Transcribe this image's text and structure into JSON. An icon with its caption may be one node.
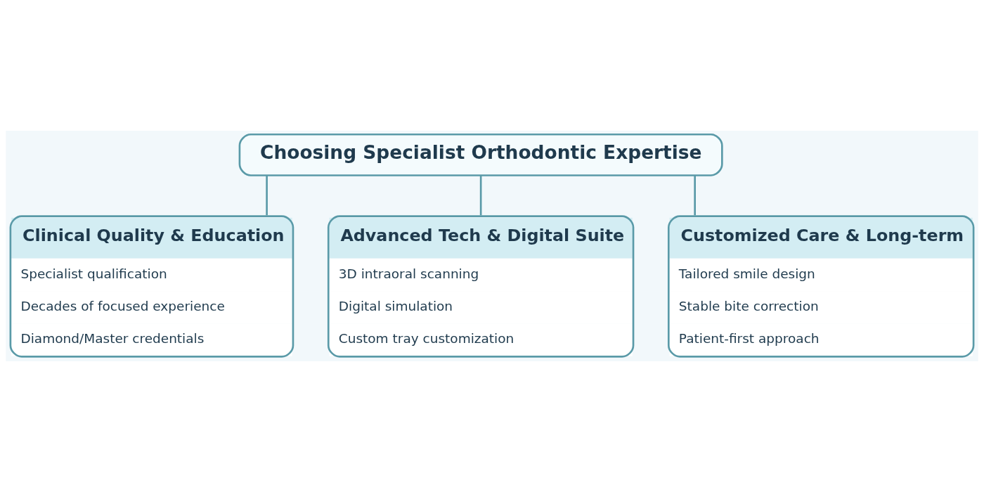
{
  "diagram": {
    "nodes": [
      {
        "text": [
          "Choosing Specialist Orthodontic Expertise"
        ]
      },
      {
        "text": [
          "Clinical Quality & Education",
          "Specialist qualification",
          "Decades of focused experience",
          "Diamond/Master credentials"
        ]
      },
      {
        "text": [
          "Advanced Tech & Digital Suite",
          "3D intraoral scanning",
          "Digital simulation",
          "Custom tray customization"
        ]
      },
      {
        "text": [
          "Customized Care & Long-term",
          "Tailored smile design",
          "Stable bite correction",
          "Patient-first approach"
        ]
      }
    ],
    "edges": [
      {
        "from": 0,
        "to": 1,
        "arrow": "none"
      },
      {
        "from": 0,
        "to": 2,
        "arrow": "none"
      },
      {
        "from": 0,
        "to": 3,
        "arrow": "none"
      }
    ]
  }
}
